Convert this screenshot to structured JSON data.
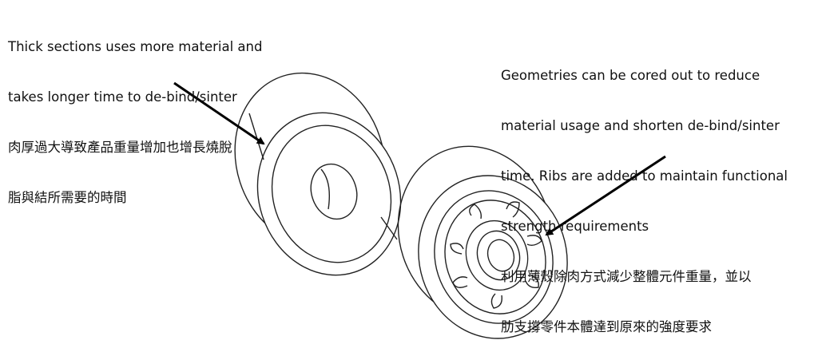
{
  "left_note": {
    "lines": [
      "Thick sections uses more material and",
      "takes longer time to de-bind/sinter",
      "肉厚過大導致產品重量增加也增長燒脫",
      "脂與結所需要的時間"
    ]
  },
  "right_note": {
    "lines": [
      "Geometries can be cored out to reduce",
      "material usage and shorten de-bind/sinter",
      "time. Ribs are added to maintain functional",
      "strength requirements",
      "利用薄殼除肉方式減少整體元件重量，並以",
      "肋支撐零件本體達到原來的強度要求"
    ]
  }
}
